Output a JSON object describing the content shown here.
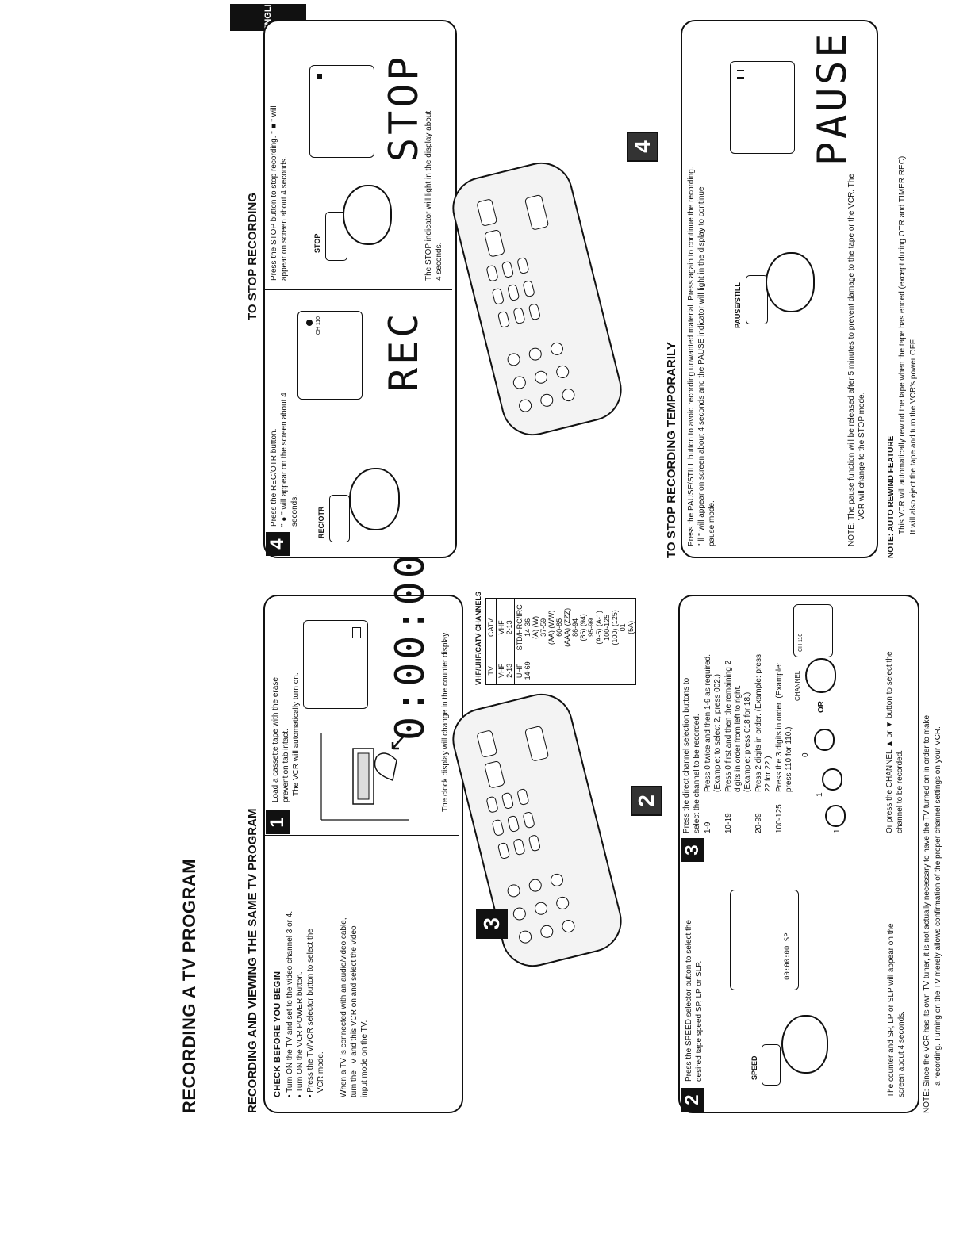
{
  "page": {
    "title": "RECORDING A TV PROGRAM",
    "lang_tab": "ENGLISH"
  },
  "left": {
    "heading": "RECORDING AND VIEWING THE SAME TV PROGRAM",
    "check": {
      "title": "CHECK BEFORE YOU BEGIN",
      "lines": [
        "• Turn ON the TV and set to the video channel 3 or 4.",
        "• Turn ON the VCR POWER button.",
        "• Press the TV/VCR selector button to select the",
        "  VCR mode."
      ],
      "note_lines": [
        "When a TV is connected with an audio/video cable,",
        "turn the TV and this VCR on and select the video",
        "input mode on the TV."
      ]
    },
    "step1": {
      "num": "1",
      "lines": [
        "Load a cassette tape with the erase",
        "prevention tab intact.",
        "The VCR will automatically turn on."
      ],
      "display": "0:00:00",
      "caption": "The clock display will change in the counter display."
    },
    "channels": {
      "title": "VHF/UHF/CATV CHANNELS",
      "headers": [
        "TV",
        "CATV"
      ],
      "rows": [
        [
          "VHF",
          "VHF"
        ],
        [
          "2-13",
          "2-13"
        ],
        [
          "UHF",
          "STD/HRC/IRC"
        ],
        [
          "14-69",
          "14-36"
        ]
      ],
      "catv_list": [
        "(A) (W)",
        "37-59",
        "(AA) (WW)",
        "60-85",
        "(AAA) (ZZZ)",
        "86-94",
        "(86) (94)",
        "95-99",
        "(A-5) (A-1)",
        "100-125",
        "(100) (125)",
        "01",
        "(5A)"
      ]
    },
    "callout_3": "3",
    "callout_2": "2",
    "step2": {
      "num": "2",
      "lines": [
        "Press the SPEED selector button to select the",
        "desired tape speed SP, LP or SLP."
      ],
      "button_label": "SPEED",
      "screen_text": "00:00:00 SP",
      "caption_lines": [
        "The counter and SP, LP or SLP will appear on the",
        "screen about 4 seconds."
      ]
    },
    "step3": {
      "num": "3",
      "intro": [
        "Press the direct channel selection buttons to",
        "select the channel to be recorded."
      ],
      "rules": [
        {
          "range": "1-9",
          "text": [
            "Press 0 twice and then 1-9 as required.",
            "(Example: to select 2, press 002.)"
          ]
        },
        {
          "range": "10-19",
          "text": [
            "Press 0 first and then the remaining 2",
            "digits in order from left to right.",
            "(Example: press 018 for 18.)"
          ]
        },
        {
          "range": "20-99",
          "text": [
            "Press 2 digits in order. (Example: press",
            "22 for 22.)"
          ]
        },
        {
          "range": "100-125",
          "text": [
            "Press the 3 digits in order. (Example:",
            "press 110 for 110.)"
          ]
        }
      ],
      "seq_digits": [
        "1",
        "1",
        "0"
      ],
      "or_label": "OR",
      "channel_label": "CHANNEL",
      "screen_text": "CH 110",
      "outro": [
        "Or press the CHANNEL ▲ or ▼ button to select the",
        "channel to be recorded."
      ]
    },
    "note_lines": [
      "NOTE:  Since the VCR has its own TV tuner, it is not actually necessary to have the TV turned on in order to make",
      "a recording. Turning on the TV merely allows confirmation of the proper channel settings on your VCR."
    ]
  },
  "right": {
    "step4": {
      "num": "4",
      "lines": [
        "Press the REC/OTR button.",
        "\" ● \" will appear on the screen about 4",
        "seconds."
      ],
      "button_label": "REC/OTR",
      "screen_text": "CH 110",
      "display": "REC"
    },
    "stop": {
      "heading": "TO STOP RECORDING",
      "lines": [
        "Press the STOP button to stop recording. \" ■ \" will",
        "appear on screen about 4 seconds."
      ],
      "button_label": "STOP",
      "display": "STOP",
      "caption_lines": [
        "The STOP indicator will light in the display about",
        "4 seconds."
      ]
    },
    "callout_4": "4",
    "pause": {
      "heading": "TO STOP RECORDING TEMPORARILY",
      "lines": [
        "Press the PAUSE/STILL button to avoid recording unwanted material. Press again to continue the recording.",
        "\" ‖ \" will appear on screen about 4 seconds and the PAUSE indicator will light in the display to continue",
        "pause mode."
      ],
      "button_label": "PAUSE/STILL",
      "display": "PAUSE",
      "note_lines": [
        "NOTE: The pause function will be released after 5 minutes to prevent damage to the tape or the VCR. The",
        "VCR will change to the STOP mode."
      ]
    },
    "auto_rewind": {
      "title": "NOTE:  AUTO REWIND FEATURE",
      "lines": [
        "This VCR will automatically rewind the tape when the tape has ended (except during OTR and TIMER REC).",
        "It will also eject the tape and turn the VCR's power OFF."
      ]
    }
  }
}
